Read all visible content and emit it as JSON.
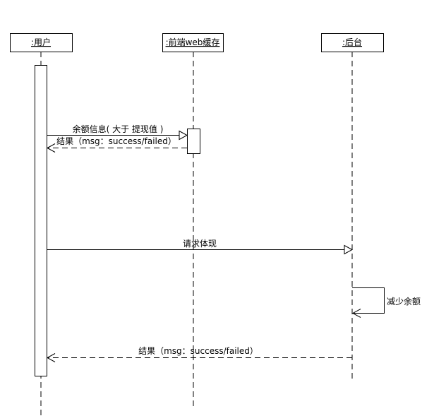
{
  "participants": [
    {
      "name": ":用户"
    },
    {
      "name": ":前端web缓存"
    },
    {
      "name": ":后台"
    }
  ],
  "messages": [
    {
      "label": "余额信息( 大于 提现值 )",
      "from": ":用户",
      "to": ":前端web缓存",
      "kind": "sync"
    },
    {
      "label": "结果（msg：success/failed）",
      "from": ":前端web缓存",
      "to": ":用户",
      "kind": "return"
    },
    {
      "label": "请求体现",
      "from": ":用户",
      "to": ":后台",
      "kind": "sync"
    },
    {
      "label": "减少余额",
      "from": ":后台",
      "to": ":后台",
      "kind": "self"
    },
    {
      "label": "结果（msg：success/failed）",
      "from": ":后台",
      "to": ":用户",
      "kind": "return"
    }
  ]
}
